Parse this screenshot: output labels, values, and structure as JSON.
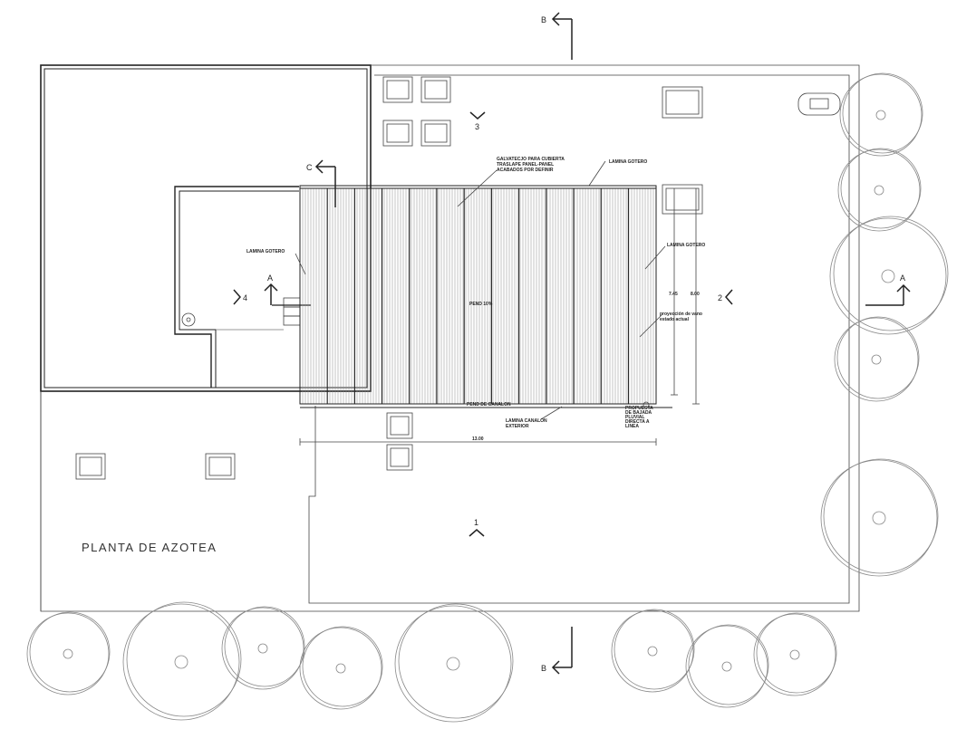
{
  "plan_title": "PLANTA DE AZOTEA",
  "sections": {
    "b_top": "B",
    "b_bottom": "B",
    "c": "C",
    "a_left": "A",
    "a_right": "A",
    "v1": "1",
    "v2": "2",
    "v3": "3",
    "v4": "4"
  },
  "notes": {
    "galvatecho_1": "GALVATECJO PARA CUBIERTA",
    "galvatecho_2": "TRASLAPE PANEL-PANEL",
    "galvatecho_3": "ACABADOS POR DEFINIR",
    "gotero_top": "LAMINA GOTERO",
    "gotero_left": "LAMINA GOTERO",
    "gotero_right": "LAMINA GOTERO",
    "canalon_1": "LAMINA CANALON",
    "canalon_2": "EXTERIOR",
    "proyeccion_1": "proyección de vano",
    "proyeccion_2": "estado actual",
    "pend": "PEND 10%",
    "pend_canalon": "PEND DE CANALON",
    "bajada_1": "PROPUESTA",
    "bajada_2": "DE BAJADA",
    "bajada_3": "PLUVIAL",
    "bajada_4": "DIRECTA A",
    "bajada_5": "LINEA"
  },
  "dimensions": {
    "width": "13.00",
    "height_inner": "7.45",
    "height_outer": "8.00"
  }
}
